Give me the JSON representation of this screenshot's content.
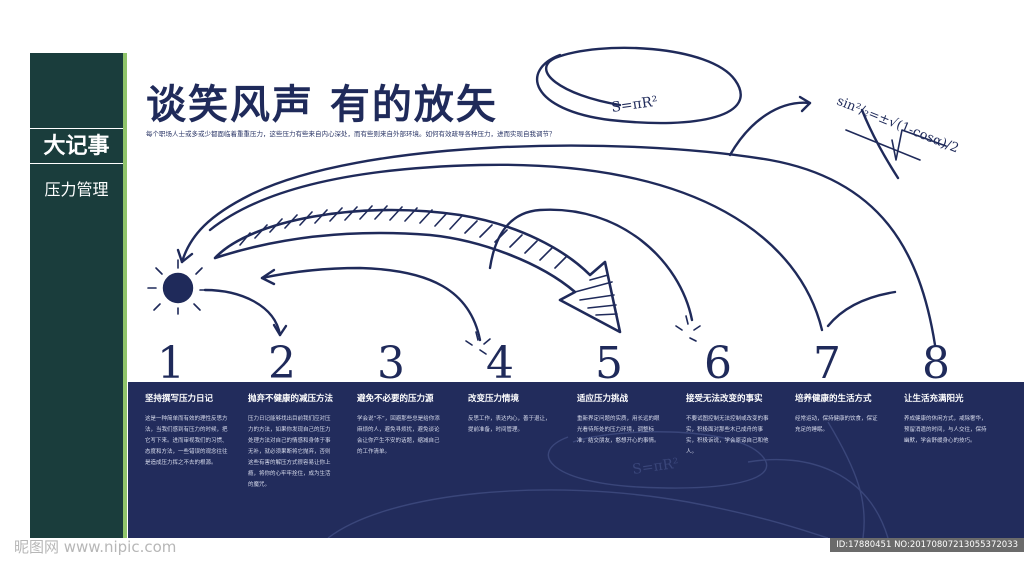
{
  "sidebar": {
    "title": "大记事",
    "subtitle": "压力管理"
  },
  "header": {
    "title": "谈笑风声  有的放矢",
    "intro": "每个职场人士或多或少都面临着重重压力，这些压力有些来自内心深处，而有些则来自外部环境。如何有效疏导各种压力，进而实现自我调节？"
  },
  "sketch_formulas": {
    "area": "S=πR²",
    "trig": "sin²/₂=±√(1-cosα)/2"
  },
  "steps": [
    {
      "number": "1",
      "title": "坚持撰写压力日记",
      "body": "这是一种简单而有效的理性反思方法，当我们感到有压力的时候，把它写下来。进而审视我们的习惯、态度和方法，一些错误的观念往往是造成压力挥之不去的根源。"
    },
    {
      "number": "2",
      "title": "抛弃不健康的减压方法",
      "body": "压力日记能够找出目前我们应对压力的方法，如果你发现自己的压力处理方法对自己的情感和身体于事无补，就必须果断将它抛弃，否则这些有害的解压方式很容易让你上瘾，将你的心牢牢拴住，成为生活的魔咒。"
    },
    {
      "number": "3",
      "title": "避免不必要的压力源",
      "body": "学会说“不”，回避那些总是给你添麻烦的人，避免寻烦扰，避免谈论会让你产生不安的话题，缩减自己的工作清单。"
    },
    {
      "number": "4",
      "title": "改变压力情境",
      "body": "反思工作，表达内心，善于退让，提前准备，时间管理。"
    },
    {
      "number": "5",
      "title": "适应压力挑战",
      "body": "重新界定问题的实质，用长远的眼光看待所处的压力环境，调整标准，结交朋友，憨想开心的事情。"
    },
    {
      "number": "6",
      "title": "接受无法改变的事实",
      "body": "不要试图控制无法控制或改变的事实，积极面对那些木已成舟的事实，积极诉说，学会原谅自己和他人。"
    },
    {
      "number": "7",
      "title": "培养健康的生活方式",
      "body": "经常运动，保持健康的饮食，保证充足的睡眠。"
    },
    {
      "number": "8",
      "title": "让生活充满阳光",
      "body": "养成健康的休闲方式，戒除奢华，预留消遣的时间，与人交往，保持幽默，学会舒缓身心的技巧。"
    }
  ],
  "watermark": {
    "left": "昵图网 www.nipic.com",
    "right": "ID:17880451 NO:20170807213055372033"
  }
}
